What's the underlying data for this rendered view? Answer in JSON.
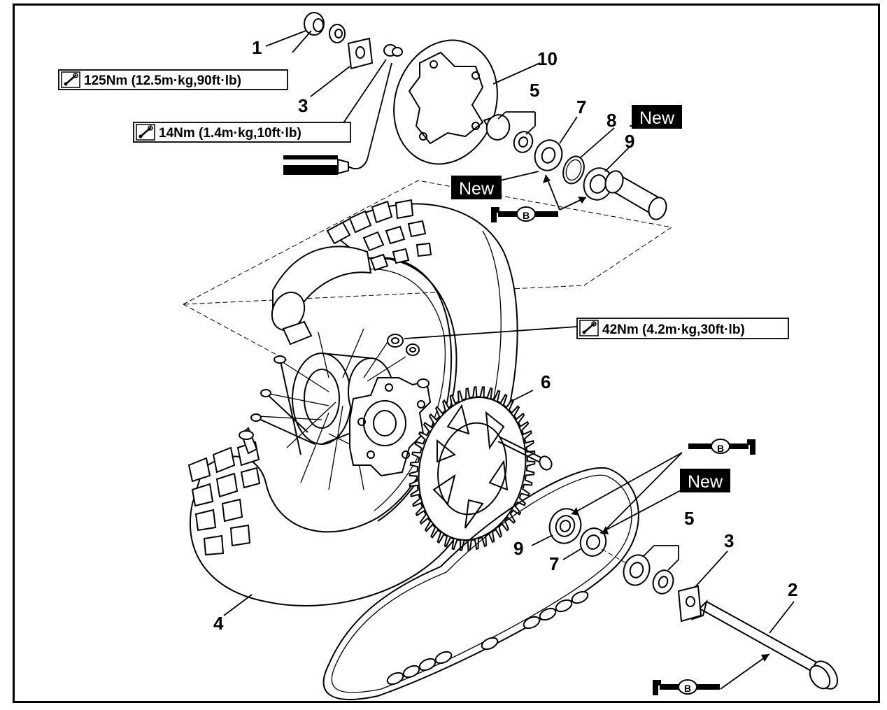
{
  "labels": {
    "p1": "1",
    "p2": "2",
    "p3a": "3",
    "p3b": "3",
    "p4": "4",
    "p5a": "5",
    "p5b": "5",
    "p6": "6",
    "p7a": "7",
    "p7b": "7",
    "p8": "8",
    "p9a": "9",
    "p9b": "9",
    "p10": "10"
  },
  "torque": {
    "axle_nut": "125Nm (12.5m·kg,90ft·lb)",
    "disc_bolt": "14Nm (1.4m·kg,10ft·lb)",
    "sprocket_nut": "42Nm (4.2m·kg,30ft·lb)"
  },
  "new_tags": {
    "circlip": "New",
    "oil_seal_upper": "New",
    "oil_seal_lower": "New"
  },
  "grease": {
    "symbol": "B",
    "upper": "B",
    "right": "B",
    "axle": "B"
  },
  "icons": [
    "torque-wrench-icon",
    "grease-gun-icon",
    "locking-agent-icon"
  ]
}
